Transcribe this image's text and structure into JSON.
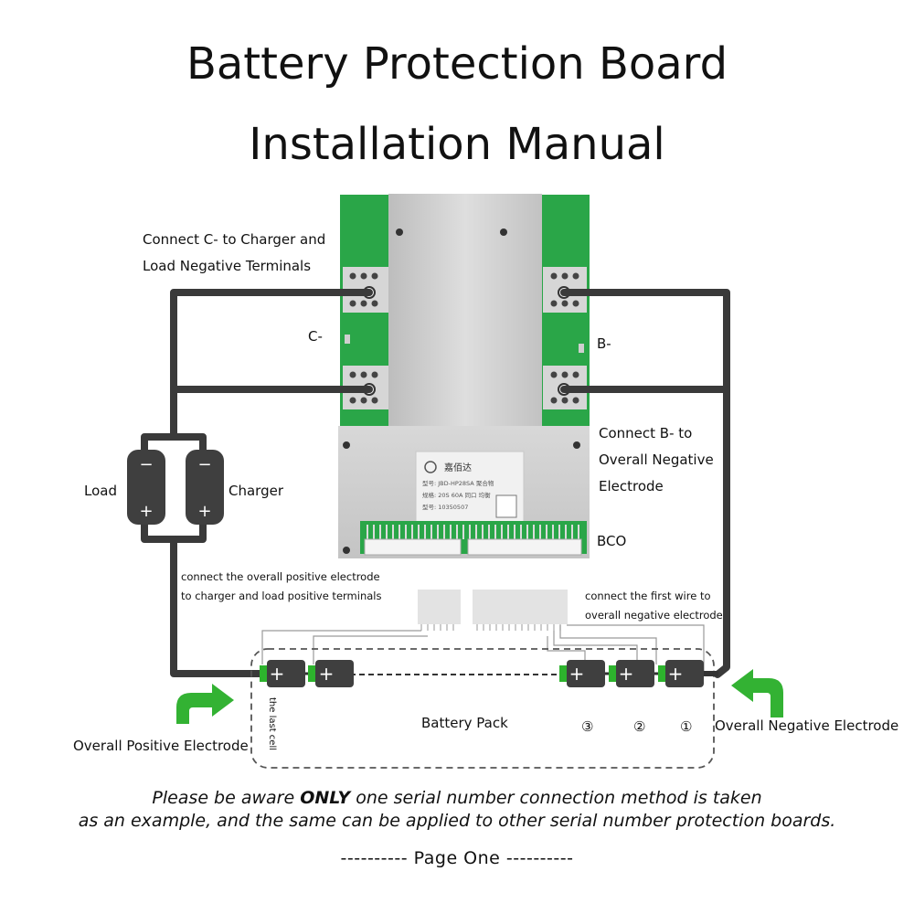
{
  "header": {
    "title_line1": "Battery Protection Board",
    "title_line2": "Installation Manual"
  },
  "labels": {
    "connect_c_line1": "Connect C- to Charger and",
    "connect_c_line2": "Load Negative Terminals",
    "c_minus": "C-",
    "b_minus": "B-",
    "connect_b_line1": "Connect B- to",
    "connect_b_line2": "Overall Negative",
    "connect_b_line3": "Electrode",
    "bco": "BCO",
    "load": "Load",
    "charger": "Charger",
    "connect_pos_line1": "connect the overall positive electrode",
    "connect_pos_line2": "to charger and load positive terminals",
    "first_wire_line1": "connect the first wire to",
    "first_wire_line2": "overall negative electrode",
    "last_cell": "the last cell",
    "battery_pack": "Battery Pack",
    "cell3": "③",
    "cell2": "②",
    "cell1": "①",
    "overall_positive": "Overall Positive Electrode",
    "overall_negative": "Overall Negative Electrode"
  },
  "board_print": {
    "brand": "嘉佰达",
    "line1": "型号: JBD-HP28SA  聚合物",
    "line2": "规格: 20S 60A  同口 均衡",
    "line3": "型号: 10350507"
  },
  "polarity": {
    "plus": "+",
    "minus": "−"
  },
  "footer": {
    "note_prefix": "Please be aware ",
    "note_bold": "ONLY",
    "note_rest": " one serial number connection method is taken",
    "note_line2": "as an example, and the same can be applied to other serial number protection boards.",
    "page_label": "---------- Page One ----------"
  },
  "colors": {
    "wire": "#333333",
    "pcb_green": "#27a844",
    "heatsink": "#c9c9c9",
    "arrow_green": "#33b233",
    "cell_body": "#3f3f3f",
    "cell_cap": "#2db32d"
  }
}
